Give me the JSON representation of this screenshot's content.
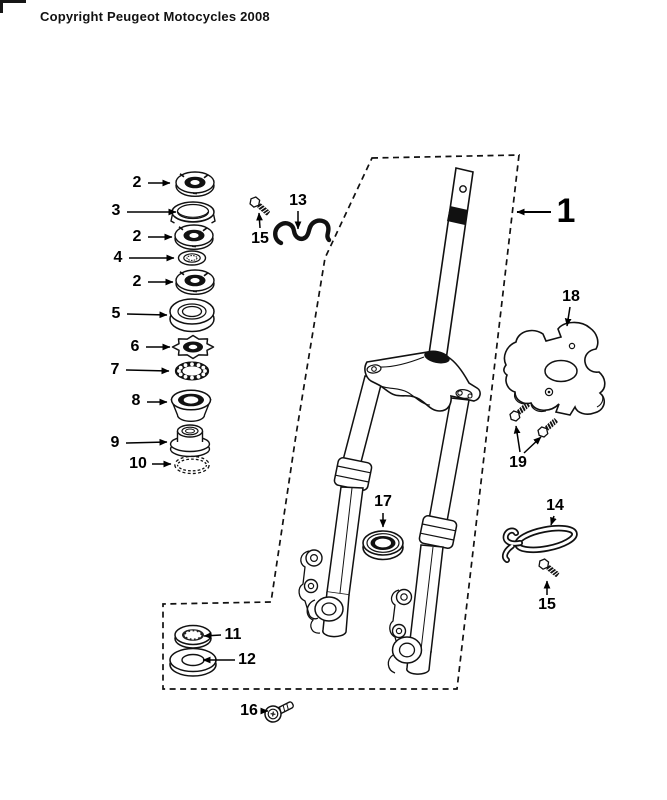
{
  "header": {
    "copyright": "Copyright Peugeot Motocycles 2008"
  },
  "palette": {
    "background": "#ffffff",
    "ink": "#000000"
  },
  "diagram": {
    "type": "exploded-parts-diagram",
    "assembly_label": "1",
    "callouts": [
      {
        "id": "2-top",
        "label": "2",
        "part": "slotted-adjusting-nut"
      },
      {
        "id": "3",
        "label": "3",
        "part": "dust-cover-ring"
      },
      {
        "id": "2-mid",
        "label": "2",
        "part": "slotted-adjusting-nut"
      },
      {
        "id": "4",
        "label": "4",
        "part": "washer-ring"
      },
      {
        "id": "2-low",
        "label": "2",
        "part": "slotted-adjusting-nut"
      },
      {
        "id": "5",
        "label": "5",
        "part": "ball-bearing"
      },
      {
        "id": "6",
        "label": "6",
        "part": "castellated-washer"
      },
      {
        "id": "7",
        "label": "7",
        "part": "bearing-cage"
      },
      {
        "id": "8",
        "label": "8",
        "part": "bearing-cup"
      },
      {
        "id": "9",
        "label": "9",
        "part": "bearing-cone-bush"
      },
      {
        "id": "10",
        "label": "10",
        "part": "toothed-ring"
      },
      {
        "id": "15-top",
        "label": "15",
        "part": "hex-screw"
      },
      {
        "id": "13",
        "label": "13",
        "part": "spring-clip"
      },
      {
        "id": "1",
        "label": "1",
        "part": "front-fork-assembly"
      },
      {
        "id": "18",
        "label": "18",
        "part": "mounting-plate"
      },
      {
        "id": "19",
        "label": "19",
        "part": "hex-screws-pair"
      },
      {
        "id": "14",
        "label": "14",
        "part": "wire-clip"
      },
      {
        "id": "15-bottom",
        "label": "15",
        "part": "hex-screw"
      },
      {
        "id": "17",
        "label": "17",
        "part": "seal-ring"
      },
      {
        "id": "11",
        "label": "11",
        "part": "seal-cap"
      },
      {
        "id": "12",
        "label": "12",
        "part": "flat-washer"
      },
      {
        "id": "16",
        "label": "16",
        "part": "flanged-bolt"
      }
    ]
  }
}
